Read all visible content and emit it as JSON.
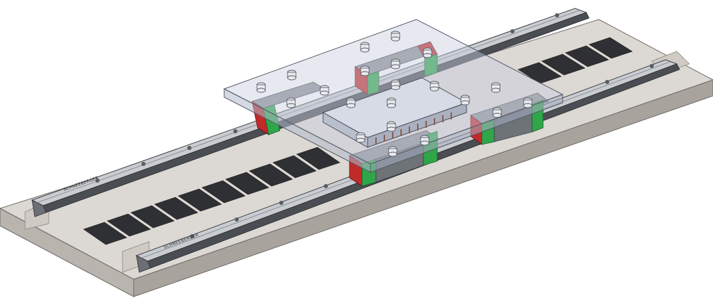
{
  "scene": {
    "subject": "linear-motor-stage-cad-render",
    "rail_labels": [
      "SCHNEEBERGER",
      "SCHNEEBERGER"
    ],
    "colors": {
      "base_top": "#dcd8d3",
      "base_side": "#b9b4ae",
      "magnet": "#2f3033",
      "rail_dark": "#4a4d52",
      "rail_light": "#c9ccd0",
      "carriage_red": "#c22a2a",
      "carriage_green": "#2fa64a",
      "carriage_grey": "#8d9196",
      "glass_plate": "#c9cedf",
      "coil_block": "#d7dbe6"
    },
    "counts": {
      "magnets_front_row": 11,
      "magnets_back_row": 4,
      "carriages": 4
    }
  }
}
